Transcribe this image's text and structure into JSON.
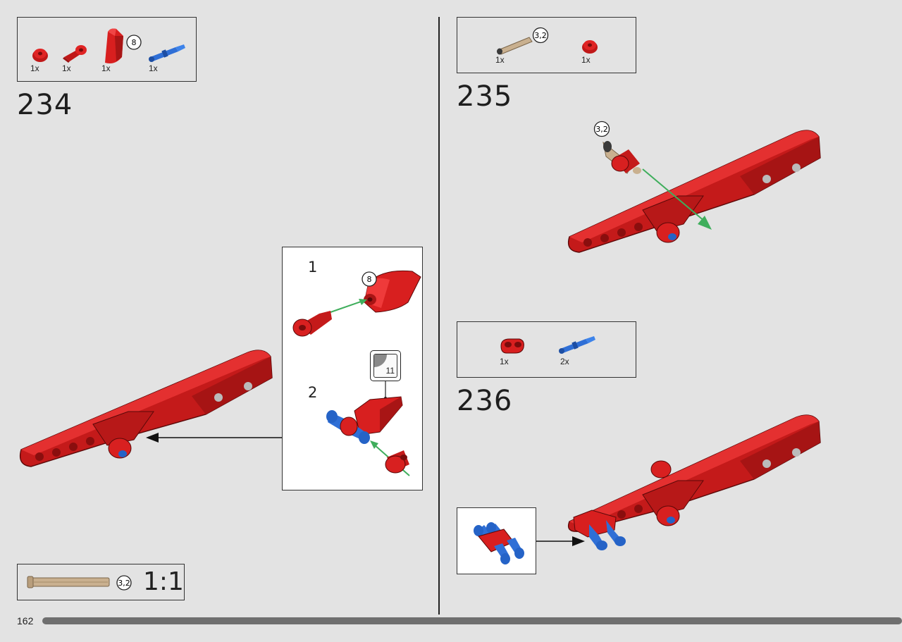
{
  "page": {
    "number": "162"
  },
  "step234": {
    "number": "234",
    "parts": [
      {
        "qty": "1x",
        "icon": "red-bush"
      },
      {
        "qty": "1x",
        "icon": "red-axle-connector"
      },
      {
        "qty": "1x",
        "icon": "red-panel-8"
      },
      {
        "qty": "1x",
        "icon": "blue-axle-pin"
      }
    ],
    "panel_callout": "8",
    "sub_steps": [
      {
        "number": "1",
        "callout": "8"
      },
      {
        "number": "2",
        "sticker": "11"
      }
    ],
    "scale": {
      "callout": "3,2",
      "ratio": "1:1"
    }
  },
  "step235": {
    "number": "235",
    "parts": [
      {
        "qty": "1x",
        "icon": "tan-axle-3-2"
      },
      {
        "qty": "1x",
        "icon": "red-bush"
      }
    ],
    "axle_callout": "3,2",
    "main_callout": "3,2"
  },
  "step236": {
    "number": "236",
    "parts": [
      {
        "qty": "1x",
        "icon": "red-connector-2x"
      },
      {
        "qty": "2x",
        "icon": "blue-axle-pin"
      }
    ]
  },
  "colors": {
    "background": "#e3e3e3",
    "lego_red": "#d81f1f",
    "lego_blue": "#2563c7",
    "tan": "#bfa888",
    "arrow_green": "#3fae5c",
    "progress": "#6f6f6f"
  }
}
